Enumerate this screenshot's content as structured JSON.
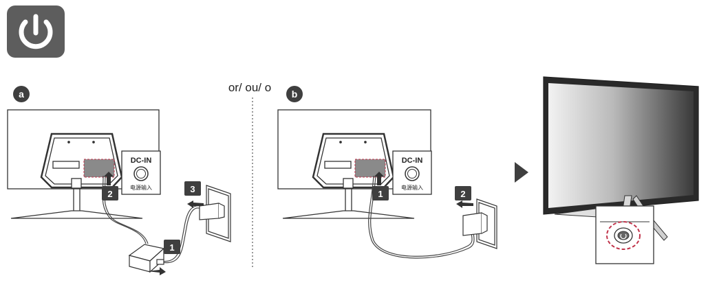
{
  "power_icon": "power-icon",
  "separator_text": "or/ ou/ o",
  "panel_a": {
    "badge": "a",
    "dc_in_label": "DC-IN",
    "dc_in_sub": "电源输入",
    "steps": [
      "1",
      "2",
      "3"
    ]
  },
  "panel_b": {
    "badge": "b",
    "dc_in_label": "DC-IN",
    "dc_in_sub": "电源输入",
    "steps": [
      "1",
      "2"
    ]
  },
  "next_arrow_icon": "play-arrow-icon",
  "colors": {
    "icon_bg": "#5d5d5d",
    "badge_bg": "#3f3f3f",
    "accent_red": "#c0334a"
  }
}
